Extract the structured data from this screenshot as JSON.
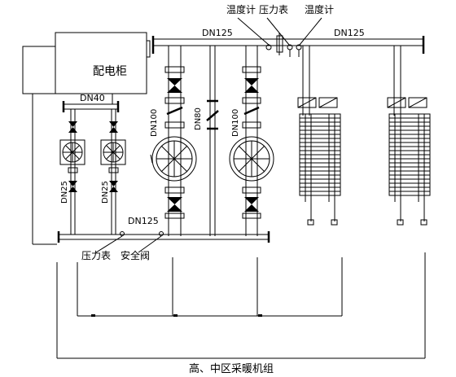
{
  "labels": {
    "cabinet": "配电柜",
    "thermometer_left": "温度计",
    "pressure_gauge_top": "压力表",
    "thermometer_right": "温度计",
    "dn125_top_left": "DN125",
    "dn125_top_right": "DN125",
    "dn40": "DN40",
    "dn100_left": "DN100",
    "dn80": "DN80",
    "dn100_right": "DN100",
    "dn25_left": "DN25",
    "dn25_right": "DN25",
    "dn125_bottom": "DN125",
    "pressure_gauge_bottom": "压力表",
    "safety_valve": "安全阀",
    "caption": "高、中区采暖机组"
  }
}
